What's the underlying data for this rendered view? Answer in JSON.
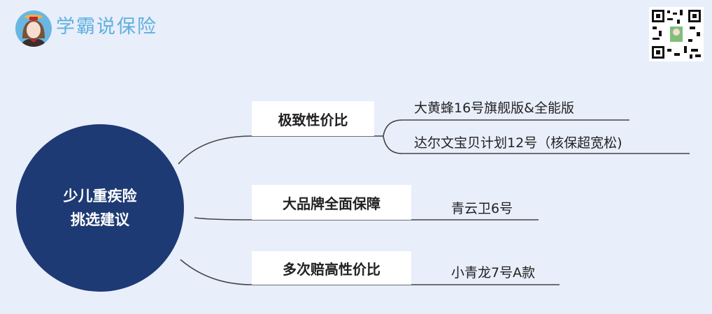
{
  "brand": {
    "name": "学霸说保险",
    "avatar_icon": "cartoon-girl-avatar",
    "color": "#5fb0e0"
  },
  "qr_icon": "qr-code",
  "center": {
    "line1": "少儿重疾险",
    "line2": "挑选建议",
    "color": "#1e3a74"
  },
  "branches": [
    {
      "label": "极致性价比",
      "leaves": [
        "大黄蜂16号旗舰版&全能版",
        "达尔文宝贝计划12号（核保超宽松)"
      ]
    },
    {
      "label": "大品牌全面保障",
      "leaves": [
        "青云卫6号"
      ]
    },
    {
      "label": "多次赔高性价比",
      "leaves": [
        "小青龙7号A款"
      ]
    }
  ]
}
